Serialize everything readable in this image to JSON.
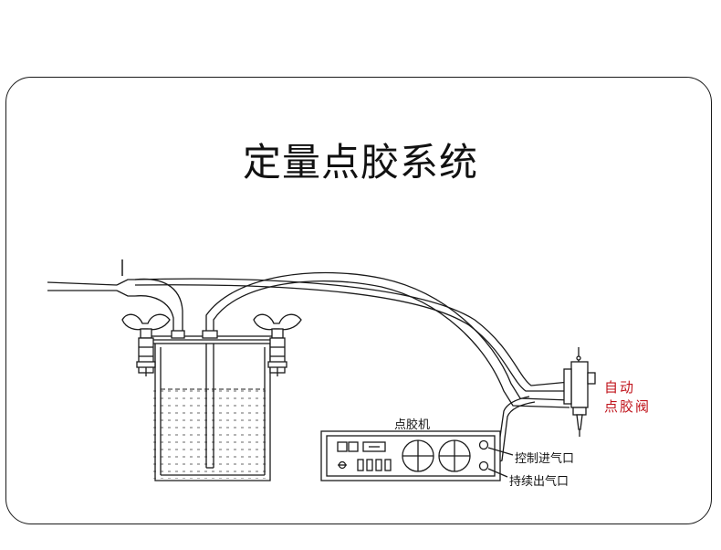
{
  "title": "定量点胶系统",
  "labels": {
    "machine": "点胶机",
    "control_inlet": "控制进气口",
    "continuous_outlet": "持续出气口",
    "valve_line1": "自动",
    "valve_line2": "点胶阀"
  },
  "colors": {
    "line": "#1a1a1a",
    "valve_label": "#c0141c",
    "liquid_hatch": "#555555"
  }
}
